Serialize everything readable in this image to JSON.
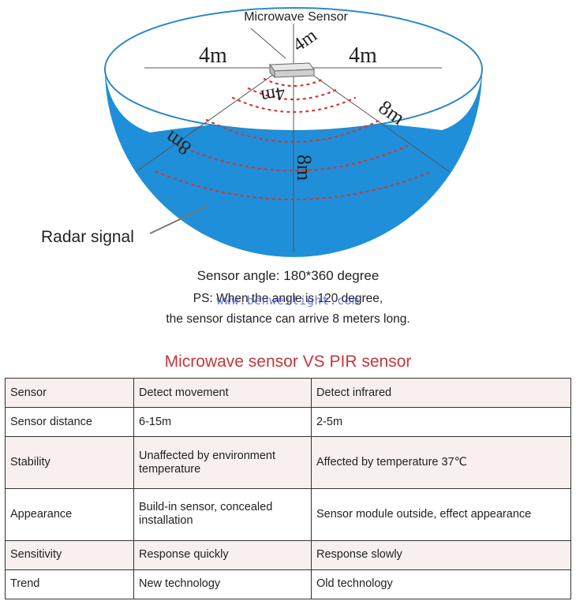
{
  "diagram": {
    "sensor_label": "Microwave Sensor",
    "radar_label": "Radar signal",
    "dist_left": "4m",
    "dist_right": "4m",
    "dist_back": "4m",
    "dist_front": "4m",
    "dist_left_diag": "8m",
    "dist_right_diag": "8m",
    "dist_down": "8m",
    "colors": {
      "water": "#1f8fd9",
      "rim": "#2b88c8",
      "dots": "#d9342b",
      "top": "#ffffff"
    }
  },
  "captions": {
    "angle": "Sensor angle: 180*360 degree",
    "ps_line": "PS: When the angle is 120 degree,",
    "distance_line": "the sensor distance can arrive 8 meters long.",
    "watermark": "www.benweilight.com"
  },
  "comparison": {
    "title": "Microwave sensor VS PIR sensor",
    "rows": [
      [
        "Sensor",
        "Detect movement",
        "Detect infrared"
      ],
      [
        "Sensor distance",
        "6-15m",
        "2-5m"
      ],
      [
        "Stability",
        "Unaffected by environment temperature",
        "Affected by temperature 37℃"
      ],
      [
        "Appearance",
        "Build-in sensor, concealed installation",
        "Sensor module outside, effect appearance"
      ],
      [
        "Sensitivity",
        "Response quickly",
        "Response slowly"
      ],
      [
        "Trend",
        "New technology",
        "Old technology"
      ]
    ]
  }
}
